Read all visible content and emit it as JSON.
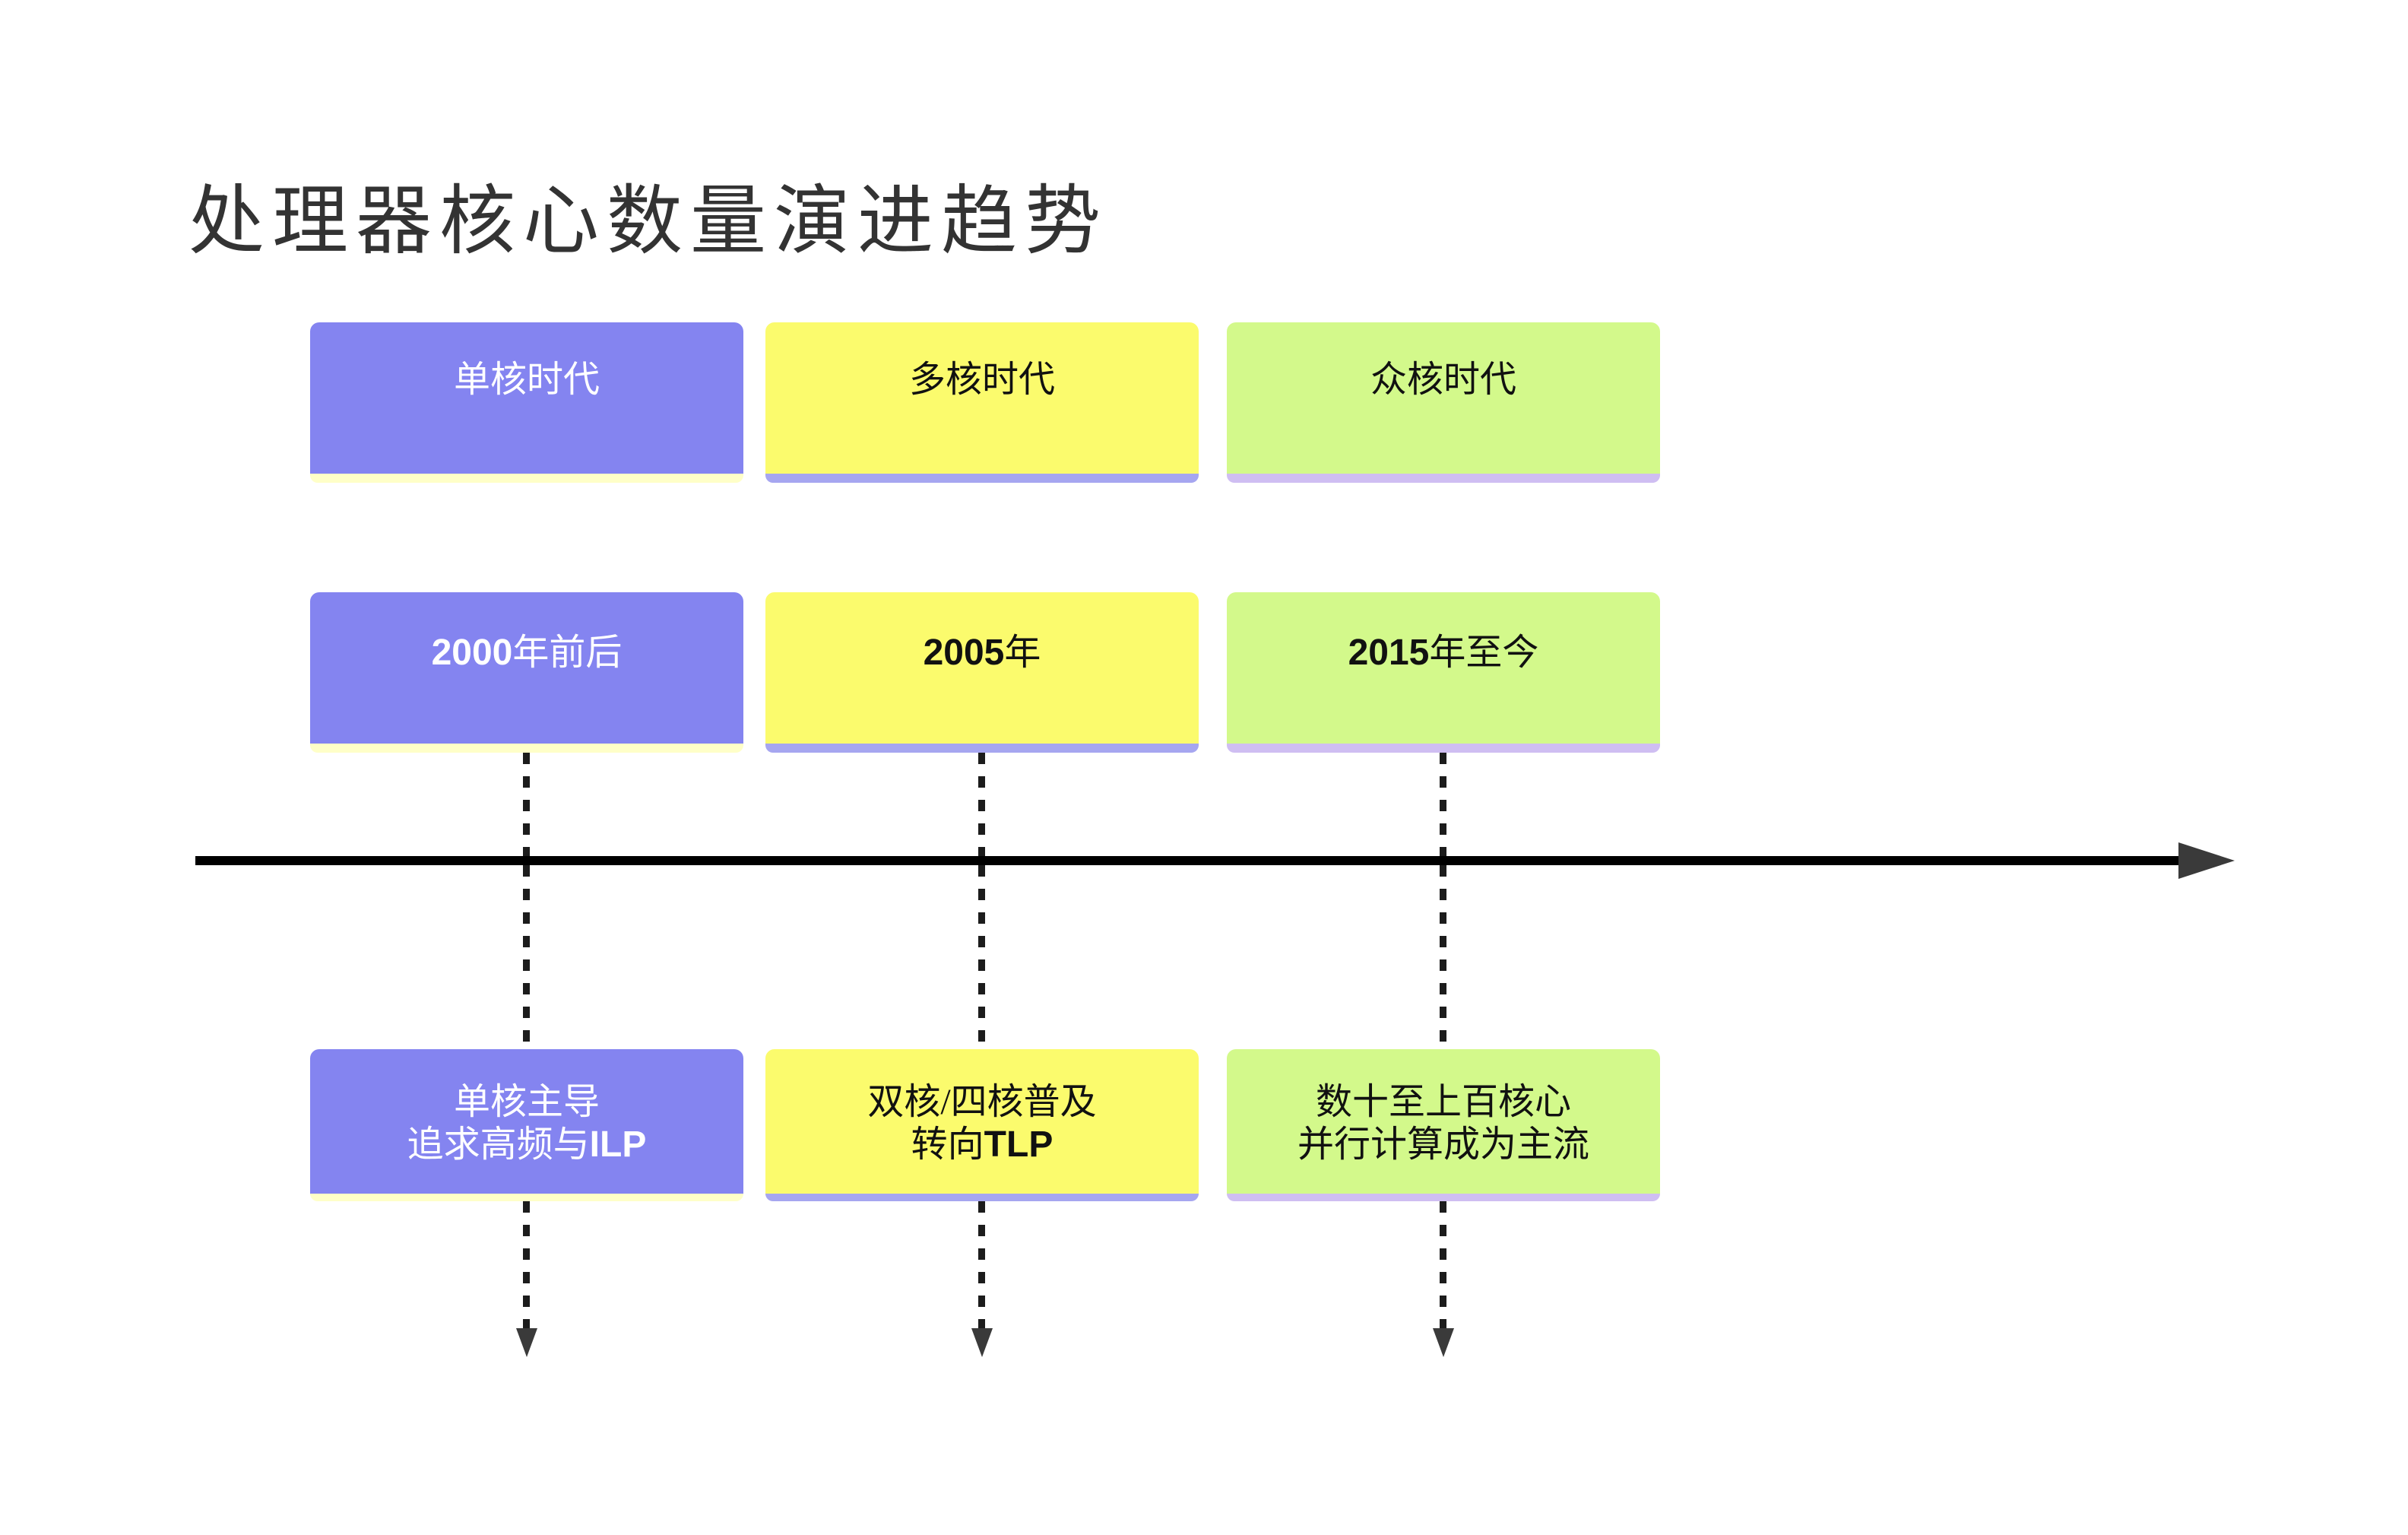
{
  "page": {
    "title": "处理器核心数量演进趋势",
    "background_color": "#ffffff",
    "title_color": "#333333"
  },
  "timeline": {
    "direction": "right",
    "axis_color": "#000000",
    "arrowhead_color": "#3a3a3a",
    "connector_style": "dashed"
  },
  "columns": [
    {
      "id": "single-core-era",
      "era": "单核时代",
      "period": "2000年前后",
      "description": [
        "单核主导",
        "追求高频与ILP"
      ],
      "fill_color": "#8484f0",
      "shadow_color": "#ffffc8",
      "text_color": "#ffffff"
    },
    {
      "id": "multi-core-era",
      "era": "多核时代",
      "period": "2005年",
      "description": [
        "双核/四核普及",
        "转向TLP"
      ],
      "fill_color": "#fbfb6d",
      "shadow_color": "#a6a6f0",
      "text_color": "#111111"
    },
    {
      "id": "many-core-era",
      "era": "众核时代",
      "period": "2015年至今",
      "description": [
        "数十至上百核心",
        "并行计算成为主流"
      ],
      "fill_color": "#d3f98b",
      "shadow_color": "#cfbef2",
      "text_color": "#111111"
    }
  ]
}
